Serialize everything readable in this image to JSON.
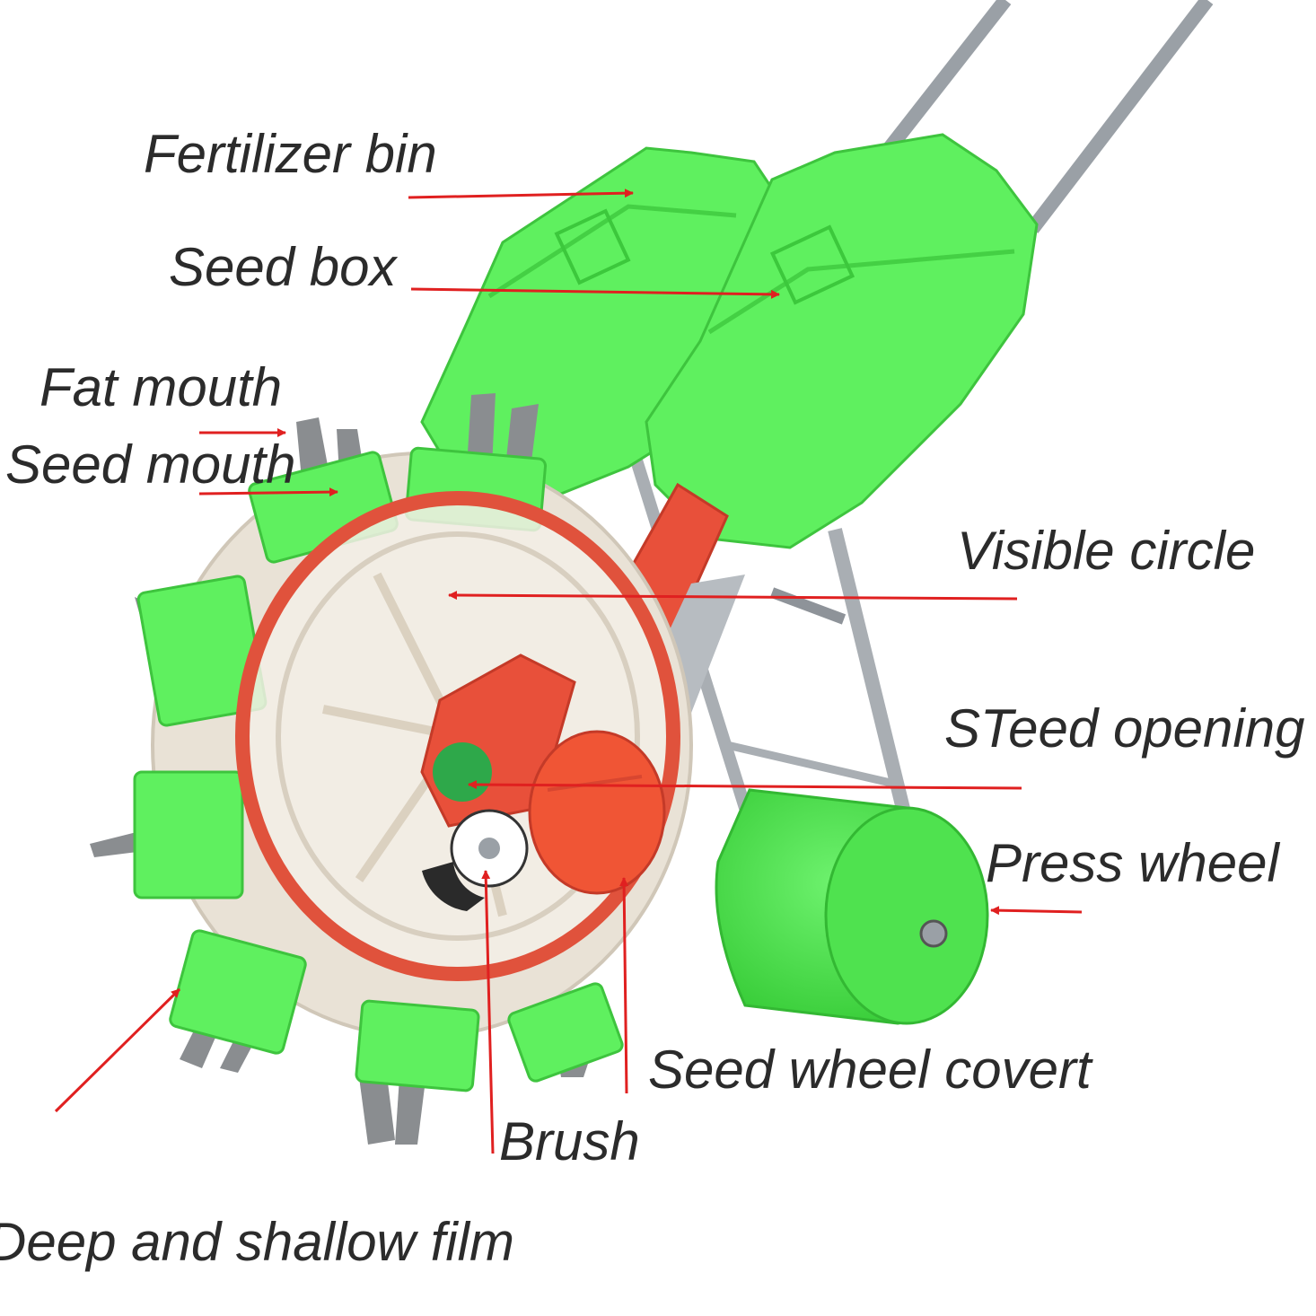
{
  "labels": {
    "fertilizer_bin": "Fertilizer bin",
    "seed_box": "Seed box",
    "fat_mouth": "Fat mouth",
    "seed_mouth": "Seed mouth",
    "visible_circle": "Visible circle",
    "steed_opening": "STeed opening",
    "press_wheel": "Press wheel",
    "seed_wheel_covert": "Seed wheel covert",
    "brush": "Brush",
    "deep_and_shallow_film": "Deep and shallow film"
  },
  "colors": {
    "label_text": "#2b2b2b",
    "arrow": "#e02020",
    "machine_green": "#55ee55",
    "disc_red": "#e8503a",
    "metal": "#a9aeb3",
    "tine": "#8a8d90"
  }
}
